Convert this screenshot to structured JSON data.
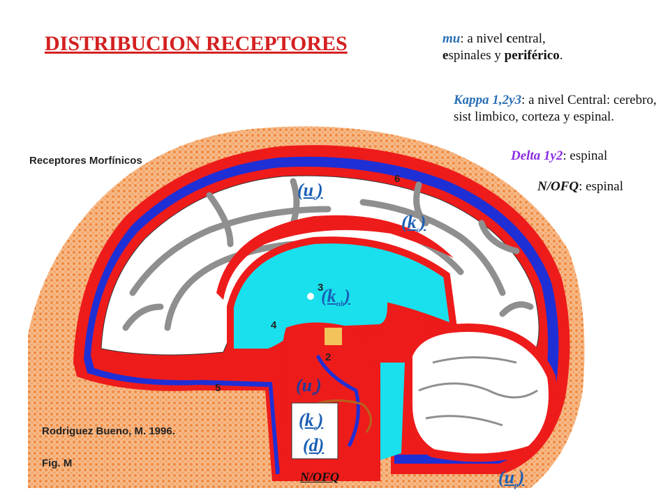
{
  "title": "DISTRIBUCION  RECEPTORES",
  "notes": {
    "mu": {
      "name": "mu",
      "text_1": ": a nivel ",
      "bold_c": "c",
      "text_2": "entral,",
      "line2_e": "e",
      "line2_rest": "spinales y ",
      "line2_bold": "periférico",
      "line2_end": "."
    },
    "kappa": {
      "name": "Kappa 1,2y3",
      "text": ": a nivel Central: cerebro, sist limbico, corteza y espinal."
    },
    "delta": {
      "name": "Delta 1y2",
      "text": ": espinal"
    },
    "nofq": {
      "name": "N/OFQ",
      "text": ": espinal"
    }
  },
  "figure": {
    "header": "Receptores Morfínicos",
    "credit": "Rodriguez Bueno, M. 1996.",
    "fig": "Fig. M",
    "numbers": [
      "6",
      "3",
      "4",
      "2",
      "5"
    ]
  },
  "labels": {
    "uc": {
      "open": "(",
      "main": "u",
      "sub": "c",
      "close": ")"
    },
    "kc": {
      "open": "(",
      "main": "k",
      "sub": "c",
      "close": ")"
    },
    "knb": {
      "open": "(",
      "main": "k",
      "sub": "nb",
      "close": ")"
    },
    "ue": {
      "open": "(",
      "main": "u",
      "sub": "e",
      "close": ")"
    },
    "ke": {
      "open": "(",
      "main": "k",
      "sub": "e",
      "close": ")"
    },
    "d": {
      "open": "(",
      "main": "d",
      "close": ")"
    },
    "nofq": "N/OFQ",
    "up": {
      "open": "(",
      "main": "u",
      "sub": "p",
      "close": ")"
    }
  },
  "colors": {
    "skull": "#f09a55",
    "outer_red": "#ee1b1b",
    "blue_layer": "#1e2fd6",
    "csf_cyan": "#19e0ec",
    "brain_white": "#ffffff",
    "sulci_gray": "#8f8f8f",
    "title_red": "#d42020"
  }
}
